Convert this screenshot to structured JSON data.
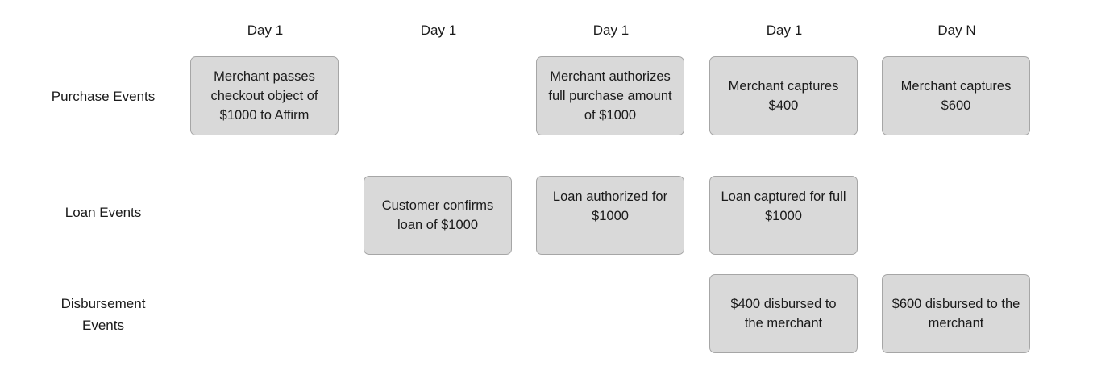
{
  "columns": [
    "Day 1",
    "Day 1",
    "Day 1",
    "Day 1",
    "Day N"
  ],
  "rows": [
    {
      "label": "Purchase Events",
      "cells": [
        "Merchant passes\ncheckout object of\n$1000 to Affirm",
        "",
        "Merchant authorizes\nfull purchase amount\nof $1000",
        "Merchant captures\n$400",
        "Merchant captures\n$600"
      ]
    },
    {
      "label": "Loan Events",
      "cells": [
        "",
        "Customer confirms\nloan of $1000",
        "Loan authorized for\n$1000",
        "Loan captured for full\n$1000",
        ""
      ]
    },
    {
      "label": "Disbursement\nEvents",
      "cells": [
        "",
        "",
        "",
        "$400 disbursed to\nthe merchant",
        "$600 disbursed to the\nmerchant"
      ]
    }
  ]
}
